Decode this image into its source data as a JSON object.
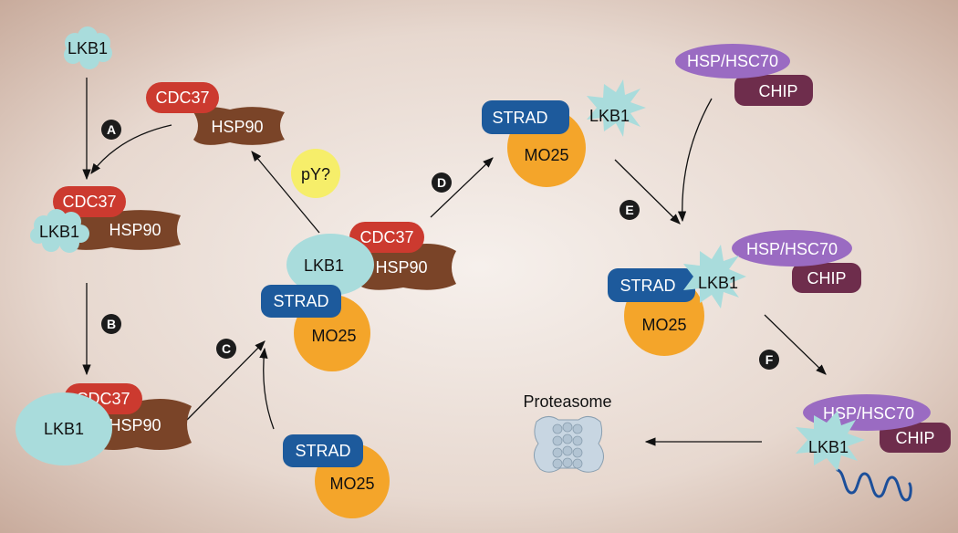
{
  "labels": {
    "lkb1": "LKB1",
    "cdc37": "CDC37",
    "hsp90": "HSP90",
    "strad": "STRAD",
    "mo25": "MO25",
    "hsp_hsc70": "HSP/HSC70",
    "chip": "CHIP",
    "py": "pY?",
    "proteasome": "Proteasome"
  },
  "steps": {
    "a": "A",
    "b": "B",
    "c": "C",
    "d": "D",
    "e": "E",
    "f": "F"
  },
  "colors": {
    "lkb1_fill": "#a9dcdc",
    "cdc37_fill": "#cc3a2f",
    "hsp90_fill": "#7a4428",
    "strad_fill": "#1d5a9c",
    "mo25_fill": "#f4a52a",
    "hsp_hsc70_fill": "#9a6bc2",
    "chip_fill": "#6e2d4c",
    "py_fill": "#f6ee6a",
    "ubiquitin_chain": "#1c4f9a",
    "step_marker": "#1c1c1c"
  }
}
